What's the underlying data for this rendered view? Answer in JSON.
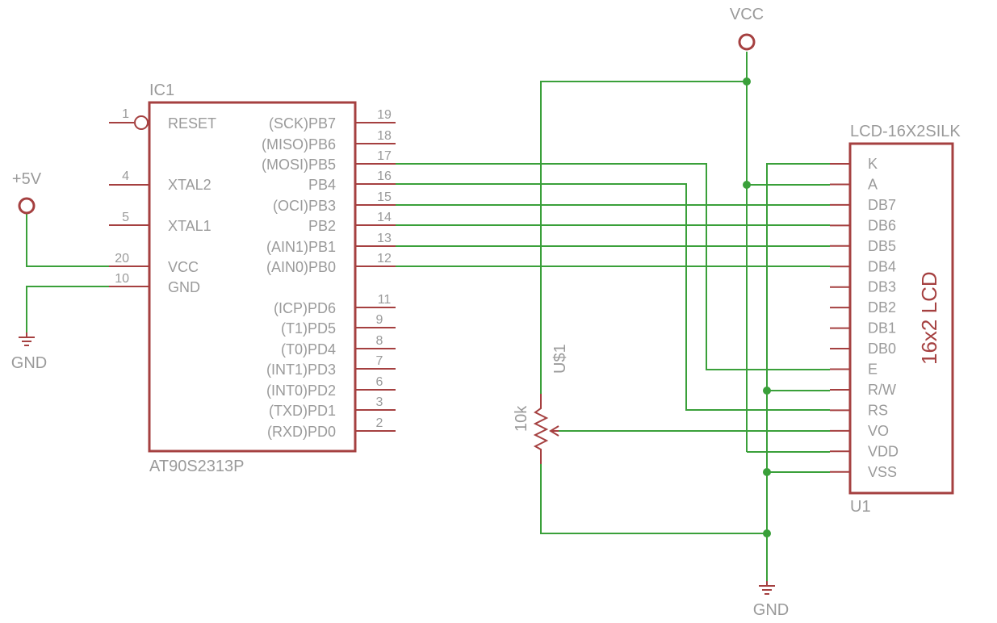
{
  "ic1": {
    "refdes": "IC1",
    "part": "AT90S2313P",
    "left_pins": [
      {
        "num": "1",
        "name": "RESET"
      },
      {
        "num": "4",
        "name": "XTAL2"
      },
      {
        "num": "5",
        "name": "XTAL1"
      },
      {
        "num": "20",
        "name": "VCC"
      },
      {
        "num": "10",
        "name": "GND"
      }
    ],
    "right_pins": [
      {
        "num": "19",
        "name": "(SCK)PB7"
      },
      {
        "num": "18",
        "name": "(MISO)PB6"
      },
      {
        "num": "17",
        "name": "(MOSI)PB5"
      },
      {
        "num": "16",
        "name": "PB4"
      },
      {
        "num": "15",
        "name": "(OCI)PB3"
      },
      {
        "num": "14",
        "name": "PB2"
      },
      {
        "num": "13",
        "name": "(AIN1)PB1"
      },
      {
        "num": "12",
        "name": "(AIN0)PB0"
      },
      {
        "num": "11",
        "name": "(ICP)PD6"
      },
      {
        "num": "9",
        "name": "(T1)PD5"
      },
      {
        "num": "8",
        "name": "(T0)PD4"
      },
      {
        "num": "7",
        "name": "(INT1)PD3"
      },
      {
        "num": "6",
        "name": "(INT0)PD2"
      },
      {
        "num": "3",
        "name": "(TXD)PD1"
      },
      {
        "num": "2",
        "name": "(RXD)PD0"
      }
    ]
  },
  "lcd": {
    "refdes": "U1",
    "part": "LCD-16X2SILK",
    "body_text": "16x2 LCD",
    "pins": [
      "K",
      "A",
      "DB7",
      "DB6",
      "DB5",
      "DB4",
      "DB3",
      "DB2",
      "DB1",
      "DB0",
      "E",
      "R/W",
      "RS",
      "VO",
      "VDD",
      "VSS"
    ]
  },
  "pot": {
    "refdes": "U$1",
    "value": "10k"
  },
  "supplies": {
    "plus5v": "+5V",
    "vcc": "VCC",
    "gnd_left": "GND",
    "gnd_bottom": "GND"
  },
  "colors": {
    "symbol": "#a54040",
    "wire": "#3aa03a",
    "text": "#9a9a9a"
  }
}
